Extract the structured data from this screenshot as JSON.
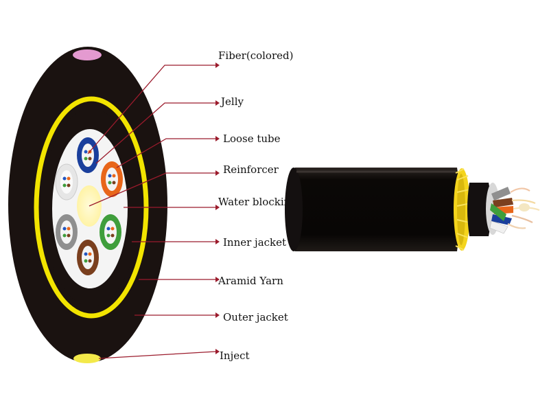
{
  "labels": {
    "fiber": "Fiber(colored)",
    "jelly": "Jelly",
    "loose_tube": "Loose tube",
    "reinforcer": "Reinforcer",
    "water_blocking": "Water blocking",
    "inner_jacket": "Inner jacket",
    "aramid_yarn": "Aramid Yarn",
    "outer_jacket": "Outer jacket",
    "inject": "Inject"
  },
  "colors": {
    "outer_jacket": "#1a1210",
    "aramid_yarn": "#f2e400",
    "inner_jacket": "#1a1210",
    "water_blocking": "#f4f4f4",
    "reinforcer": "#fff9c8",
    "leader_line": "#9b1b2c",
    "inject_top": "#e49ad0",
    "inject_bottom": "#f3e94a",
    "tube_blue": "#1a3f9c",
    "tube_orange": "#e8661a",
    "tube_green": "#3f9e3c",
    "tube_brown": "#7a3f1e",
    "tube_gray": "#8f8f8f",
    "tube_white": "#e6e6e6"
  }
}
